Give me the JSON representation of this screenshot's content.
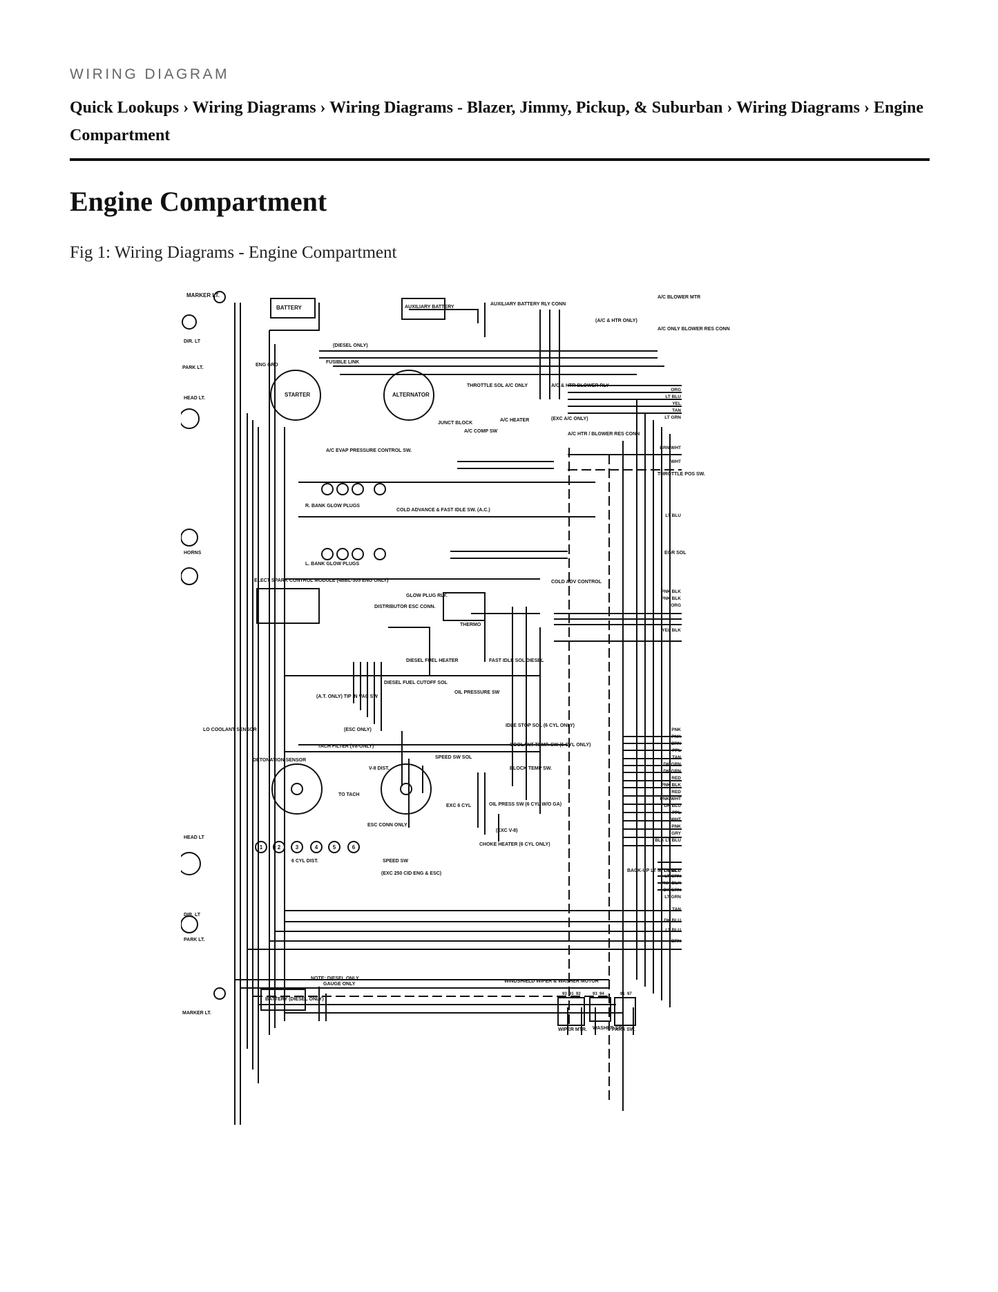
{
  "header": {
    "kicker": "WIRING DIAGRAM",
    "breadcrumb": [
      "Quick Lookups",
      "Wiring Diagrams",
      "Wiring Diagrams - Blazer, Jimmy, Pickup, & Suburban",
      "Wiring Diagrams",
      "Engine Compartment"
    ],
    "separator": "›"
  },
  "main": {
    "title": "Engine Compartment",
    "caption": "Fig 1: Wiring Diagrams - Engine Compartment"
  },
  "diagram": {
    "labels": {
      "marker_lt": "MARKER LT.",
      "battery": "BATTERY",
      "aux_battery": "AUXILIARY BATTERY",
      "aux_batt_rly": "AUXILIARY BATTERY RLY CONN",
      "ac_blower_mtr": "A/C BLOWER MTR",
      "ac_htr_only": "(A/C & HTR ONLY)",
      "ac_blower_res": "A/C ONLY BLOWER RES CONN",
      "dir_lt": "DIR. LT",
      "park_lt": "PARK LT.",
      "eng_grd": "ENG GRD",
      "diesel_only": "(DIESEL ONLY)",
      "fusible_link": "FUSIBLE LINK",
      "starter": "STARTER",
      "alternator": "ALTERNATOR",
      "throttle_sol": "THROTTLE SOL A/C ONLY",
      "ac_htr_blower_rly": "A/C & HTR BLOWER RLY",
      "head_lt": "HEAD LT.",
      "junct_block": "JUNCT BLOCK",
      "ac_heater": "A/C HEATER",
      "exc_ac_only": "(EXC A/C ONLY)",
      "ac_comp_sw": "A/C COMP SW",
      "ac_htr_blower_res": "A/C HTR / BLOWER RES CONN",
      "ac_evap": "A/C EVAP PRESSURE CONTROL SW.",
      "throttle_pos": "THROTTLE POS SW.",
      "r_bank": "R. BANK GLOW PLUGS",
      "cold_advance": "COLD ADVANCE & FAST IDLE SW. (A.C.)",
      "egr_sol": "EGR SOL",
      "horns": "HORNS",
      "l_bank": "L. BANK GLOW PLUGS",
      "elect_spark": "ELECT SPARK CONTROL MODULE (4BBL-305 ENG ONLY)",
      "cold_adv_control": "COLD ADV CONTROL",
      "glow_plug_rly": "GLOW PLUG RLY.",
      "distributor_esc": "DISTRIBUTOR ESC CONN.",
      "thermo": "THERMO",
      "fast_idle_sol": "FAST IDLE SOL DIESEL",
      "diesel_fuel_heater": "DIESEL FUEL HEATER",
      "diesel_fuel_cutoff": "DIESEL FUEL CUTOFF SOL",
      "at_only": "(A.T. ONLY) TIP IN VAC SW",
      "oil_pressure_sw": "OIL PRESSURE SW",
      "lo_coolant": "LO COOLANT SENSOR",
      "esc_only": "(ESC ONLY)",
      "idle_stop_sol": "IDLE STOP SOL (6 CYL ONLY)",
      "detonation": "DETONATION SENSOR",
      "tach_filter": "TACH FILTER (V8-ONLY)",
      "v8_dist": "V-8 DIST.",
      "speed_sw_sol": "SPEED SW SOL",
      "coolant_temp": "COOLANT TEMP. SW (6 CYL ONLY)",
      "block_temp": "BLOCK TEMP SW.",
      "to_tach": "TO TACH",
      "oil_press_6cyl": "OIL PRESS SW (6 CYL W/O GA)",
      "exc_6cyl": "EXC 6 CYL",
      "esc_conn_only": "ESC CONN ONLY",
      "exc_v8": "(EXC V-8)",
      "choke_heater": "CHOKE HEATER (6 CYL ONLY)",
      "six_cyl_dist": "6 CYL DIST.",
      "speed_sw": "SPEED SW",
      "exc_250": "(EXC 250 CID ENG & ESC)",
      "backup_lt": "BACK-UP LT M/T ONLY",
      "head_lt_2": "HEAD LT",
      "dir_lt_2": "DIR. LT",
      "park_lt_2": "PARK LT.",
      "note_diesel": "NOTE: DIESEL ONLY",
      "note_gauge": "GAUGE ONLY",
      "wiper_motor": "WINDSHIELD WIPER & WASHER MOTOR",
      "battery_diesel": "BATTERY (DIESEL ONLY)",
      "marker_lt_2": "MARKER LT.",
      "wiper_mtr": "WIPER MTR.",
      "washer_sol": "WASHER SOL",
      "park_sw": "PARK SW."
    },
    "wire_colors_right": [
      "ORG",
      "LT BLU",
      "YEL",
      "TAN",
      "LT GRN",
      "BRN WHT",
      "WHT",
      "LT BLU",
      "PNK BLK",
      "PNK BLK",
      "ORG",
      "YEL BLK",
      "PNK",
      "PNK",
      "BRN",
      "PPL",
      "TAN",
      "DK GRN",
      "DK GRN",
      "RED",
      "PNK BLK",
      "RED",
      "PNK WHT",
      "DK BLU",
      "PPL",
      "WHT",
      "PNK",
      "GRY",
      "BLK LT BLU",
      "DK BLU",
      "LT GRN",
      "PNK BLK",
      "DK GRN",
      "LT GRN",
      "TAN",
      "DK BLU",
      "LT BLU",
      "BRN"
    ],
    "cyl_numbers": [
      "1",
      "2",
      "3",
      "4",
      "5",
      "6"
    ],
    "connector_numbers": [
      "93",
      "91",
      "92",
      "93",
      "94",
      "91",
      "97"
    ]
  }
}
